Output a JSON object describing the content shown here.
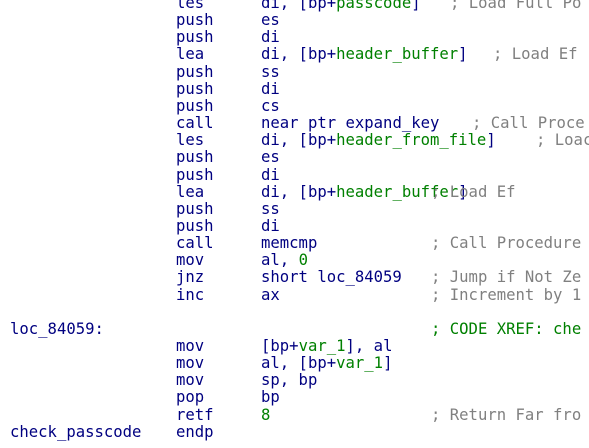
{
  "colors": {
    "background": "#ffffff",
    "instruction": "#000080",
    "identifier": "#008000",
    "number": "#008000",
    "comment": "#808080",
    "xref": "#008000"
  },
  "rows": [
    {
      "mnemonic": "les",
      "operand": [
        {
          "t": "plain",
          "v": "di, [bp+"
        },
        {
          "t": "ident",
          "v": "passcode"
        },
        {
          "t": "plain",
          "v": "]"
        }
      ],
      "comment": "; Load Full Po"
    },
    {
      "mnemonic": "push",
      "operand": [
        {
          "t": "plain",
          "v": "es"
        }
      ]
    },
    {
      "mnemonic": "push",
      "operand": [
        {
          "t": "plain",
          "v": "di"
        }
      ]
    },
    {
      "mnemonic": "lea",
      "operand": [
        {
          "t": "plain",
          "v": "di, [bp+"
        },
        {
          "t": "ident",
          "v": "header_buffer"
        },
        {
          "t": "plain",
          "v": "]"
        }
      ],
      "comment": "; Load Ef"
    },
    {
      "mnemonic": "push",
      "operand": [
        {
          "t": "plain",
          "v": "ss"
        }
      ]
    },
    {
      "mnemonic": "push",
      "operand": [
        {
          "t": "plain",
          "v": "di"
        }
      ]
    },
    {
      "mnemonic": "push",
      "operand": [
        {
          "t": "plain",
          "v": "cs"
        }
      ]
    },
    {
      "mnemonic": "call",
      "operand": [
        {
          "t": "plain",
          "v": "near ptr "
        },
        {
          "t": "plain",
          "v": "expand_key"
        }
      ],
      "comment": "; Call Proce"
    },
    {
      "mnemonic": "les",
      "operand": [
        {
          "t": "plain",
          "v": "di, [bp+"
        },
        {
          "t": "ident",
          "v": "header_from_file"
        },
        {
          "t": "plain",
          "v": "]"
        }
      ],
      "comment": "; Loac"
    },
    {
      "mnemonic": "push",
      "operand": [
        {
          "t": "plain",
          "v": "es"
        }
      ]
    },
    {
      "mnemonic": "push",
      "operand": [
        {
          "t": "plain",
          "v": "di"
        }
      ]
    },
    {
      "mnemonic": "lea",
      "operand": [
        {
          "t": "plain",
          "v": "di, [bp+"
        },
        {
          "t": "ident",
          "v": "header_buffer"
        },
        {
          "t": "plain",
          "v": "]"
        }
      ],
      "comment": "; Load Ef"
    },
    {
      "mnemonic": "push",
      "operand": [
        {
          "t": "plain",
          "v": "ss"
        }
      ]
    },
    {
      "mnemonic": "push",
      "operand": [
        {
          "t": "plain",
          "v": "di"
        }
      ]
    },
    {
      "mnemonic": "call",
      "operand": [
        {
          "t": "plain",
          "v": "memcmp"
        }
      ],
      "comment": "; Call Procedure"
    },
    {
      "mnemonic": "mov",
      "operand": [
        {
          "t": "plain",
          "v": "al, "
        },
        {
          "t": "num",
          "v": "0"
        }
      ]
    },
    {
      "mnemonic": "jnz",
      "operand": [
        {
          "t": "plain",
          "v": "short loc_84059"
        }
      ],
      "comment": "; Jump if Not Ze"
    },
    {
      "mnemonic": "inc",
      "operand": [
        {
          "t": "plain",
          "v": "ax"
        }
      ],
      "comment": "; Increment by 1"
    },
    {},
    {
      "label": "loc_84059:",
      "xref": "; CODE XREF: che"
    },
    {
      "mnemonic": "mov",
      "operand": [
        {
          "t": "plain",
          "v": "[bp+"
        },
        {
          "t": "ident",
          "v": "var_1"
        },
        {
          "t": "plain",
          "v": "], al"
        }
      ]
    },
    {
      "mnemonic": "mov",
      "operand": [
        {
          "t": "plain",
          "v": "al, [bp+"
        },
        {
          "t": "ident",
          "v": "var_1"
        },
        {
          "t": "plain",
          "v": "]"
        }
      ]
    },
    {
      "mnemonic": "mov",
      "operand": [
        {
          "t": "plain",
          "v": "sp, bp"
        }
      ]
    },
    {
      "mnemonic": "pop",
      "operand": [
        {
          "t": "plain",
          "v": "bp"
        }
      ]
    },
    {
      "mnemonic": "retf",
      "operand": [
        {
          "t": "num",
          "v": "8"
        }
      ],
      "comment": "; Return Far fro"
    },
    {
      "label": "check_passcode",
      "mnemonic": "endp"
    }
  ]
}
